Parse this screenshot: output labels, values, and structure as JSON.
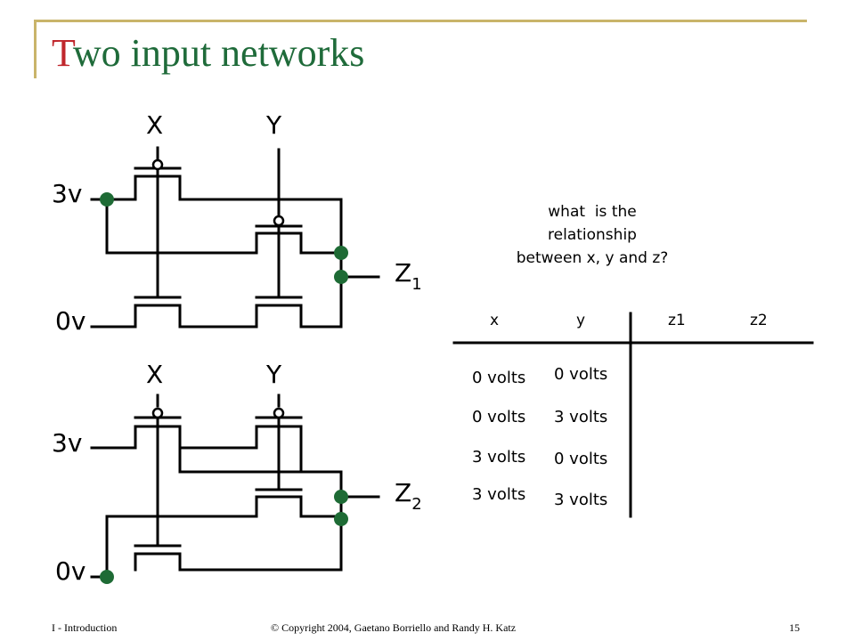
{
  "slide": {
    "title_first_letter": "T",
    "title_rest": "wo input networks"
  },
  "circuit1": {
    "input_x": "X",
    "input_y": "Y",
    "supply_high": "3v",
    "supply_low": "0v",
    "output_main": "Z",
    "output_sub": "1"
  },
  "circuit2": {
    "input_x": "X",
    "input_y": "Y",
    "supply_high": "3v",
    "supply_low": "0v",
    "output_main": "Z",
    "output_sub": "2"
  },
  "question": {
    "line1": "what  is the",
    "line2": "relationship",
    "line3": "between x, y and z?"
  },
  "table": {
    "headers": [
      "x",
      "y",
      "z1",
      "z2"
    ],
    "rows": [
      [
        "0 volts",
        "0 volts"
      ],
      [
        "0 volts",
        "3 volts"
      ],
      [
        "3 volts",
        "0 volts"
      ],
      [
        "3 volts",
        "3 volts"
      ]
    ]
  },
  "footer": {
    "left": "I - Introduction",
    "center": "© Copyright 2004, Gaetano Borriello and Randy H. Katz",
    "page": "15"
  },
  "colors": {
    "title": "#1f6b3a",
    "title_first_letter": "#c0272d",
    "frame": "#c9b46a",
    "node_dot": "#1e6b35"
  }
}
